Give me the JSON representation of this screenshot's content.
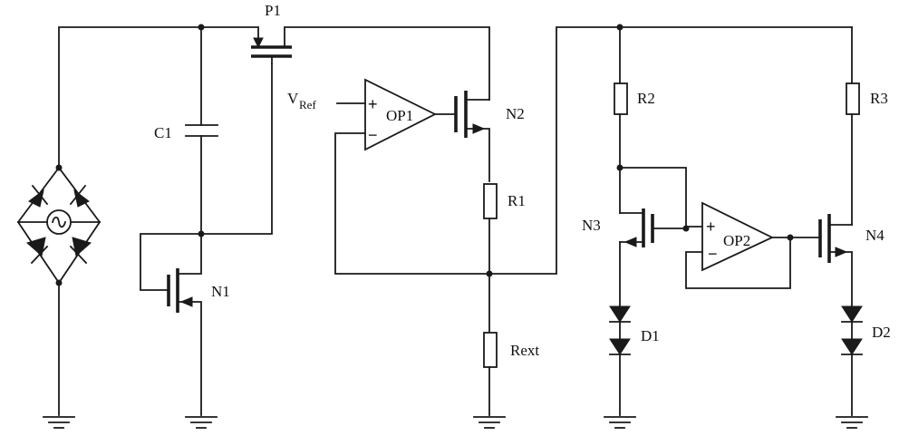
{
  "labels": {
    "p1": "P1",
    "c1": "C1",
    "n1": "N1",
    "vref_main": "V",
    "vref_sub": "Ref",
    "op1": "OP1",
    "n2": "N2",
    "r1": "R1",
    "rext": "Rext",
    "r2": "R2",
    "r3": "R3",
    "n3": "N3",
    "op2": "OP2",
    "n4": "N4",
    "d1": "D1",
    "d2": "D2"
  },
  "opamp_signs": {
    "plus": "+",
    "minus": "−"
  }
}
